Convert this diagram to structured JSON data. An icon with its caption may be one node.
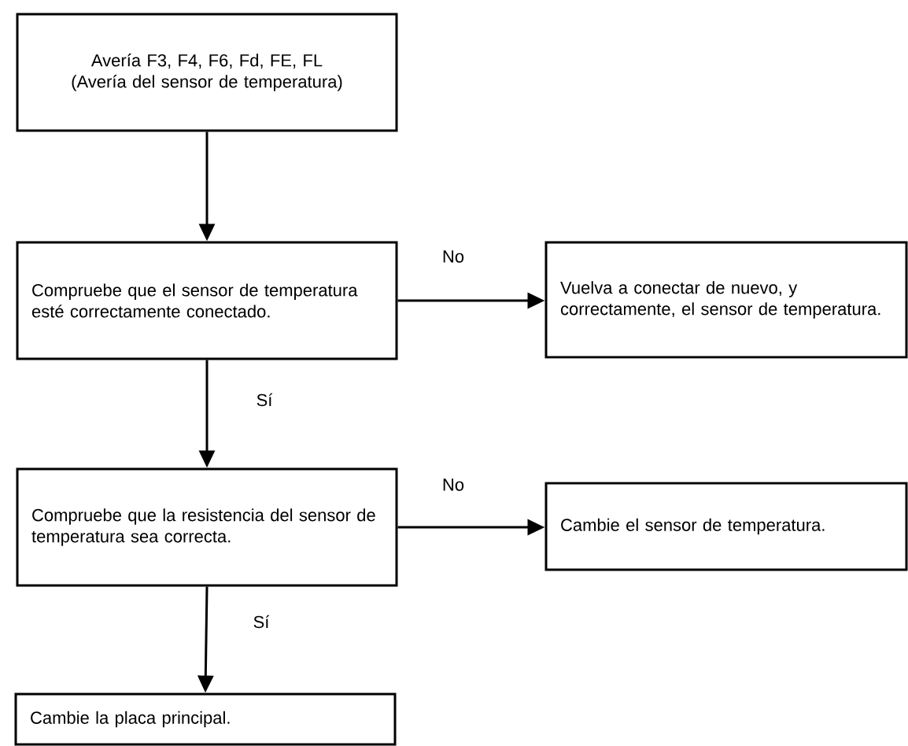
{
  "diagram": {
    "nodes": [
      {
        "text": [
          "Avería F3, F4, F6, Fd, FE, FL (Avería del sensor de temperatura)"
        ]
      },
      {
        "text": [
          "Compruebe que el sensor de temperatura esté correctamente conectado."
        ]
      },
      {
        "text": [
          "Vuelva a conectar de nuevo, y correctamente, el sensor de temperatura."
        ]
      },
      {
        "text": [
          "Compruebe que la resistencia del sensor de temperatura sea correcta."
        ]
      },
      {
        "text": [
          "Cambie el sensor de temperatura."
        ]
      },
      {
        "text": [
          "Cambie la placa principal."
        ]
      }
    ],
    "edges": [
      {
        "from": 0,
        "to": 1,
        "arrow": "to"
      },
      {
        "from": 1,
        "to": 2,
        "arrow": "to",
        "label": "No"
      },
      {
        "from": 1,
        "to": 3,
        "arrow": "to",
        "label": "Sí"
      },
      {
        "from": 3,
        "to": 4,
        "arrow": "to",
        "label": "No"
      },
      {
        "from": 3,
        "to": 5,
        "arrow": "to",
        "label": "Sí"
      }
    ]
  }
}
